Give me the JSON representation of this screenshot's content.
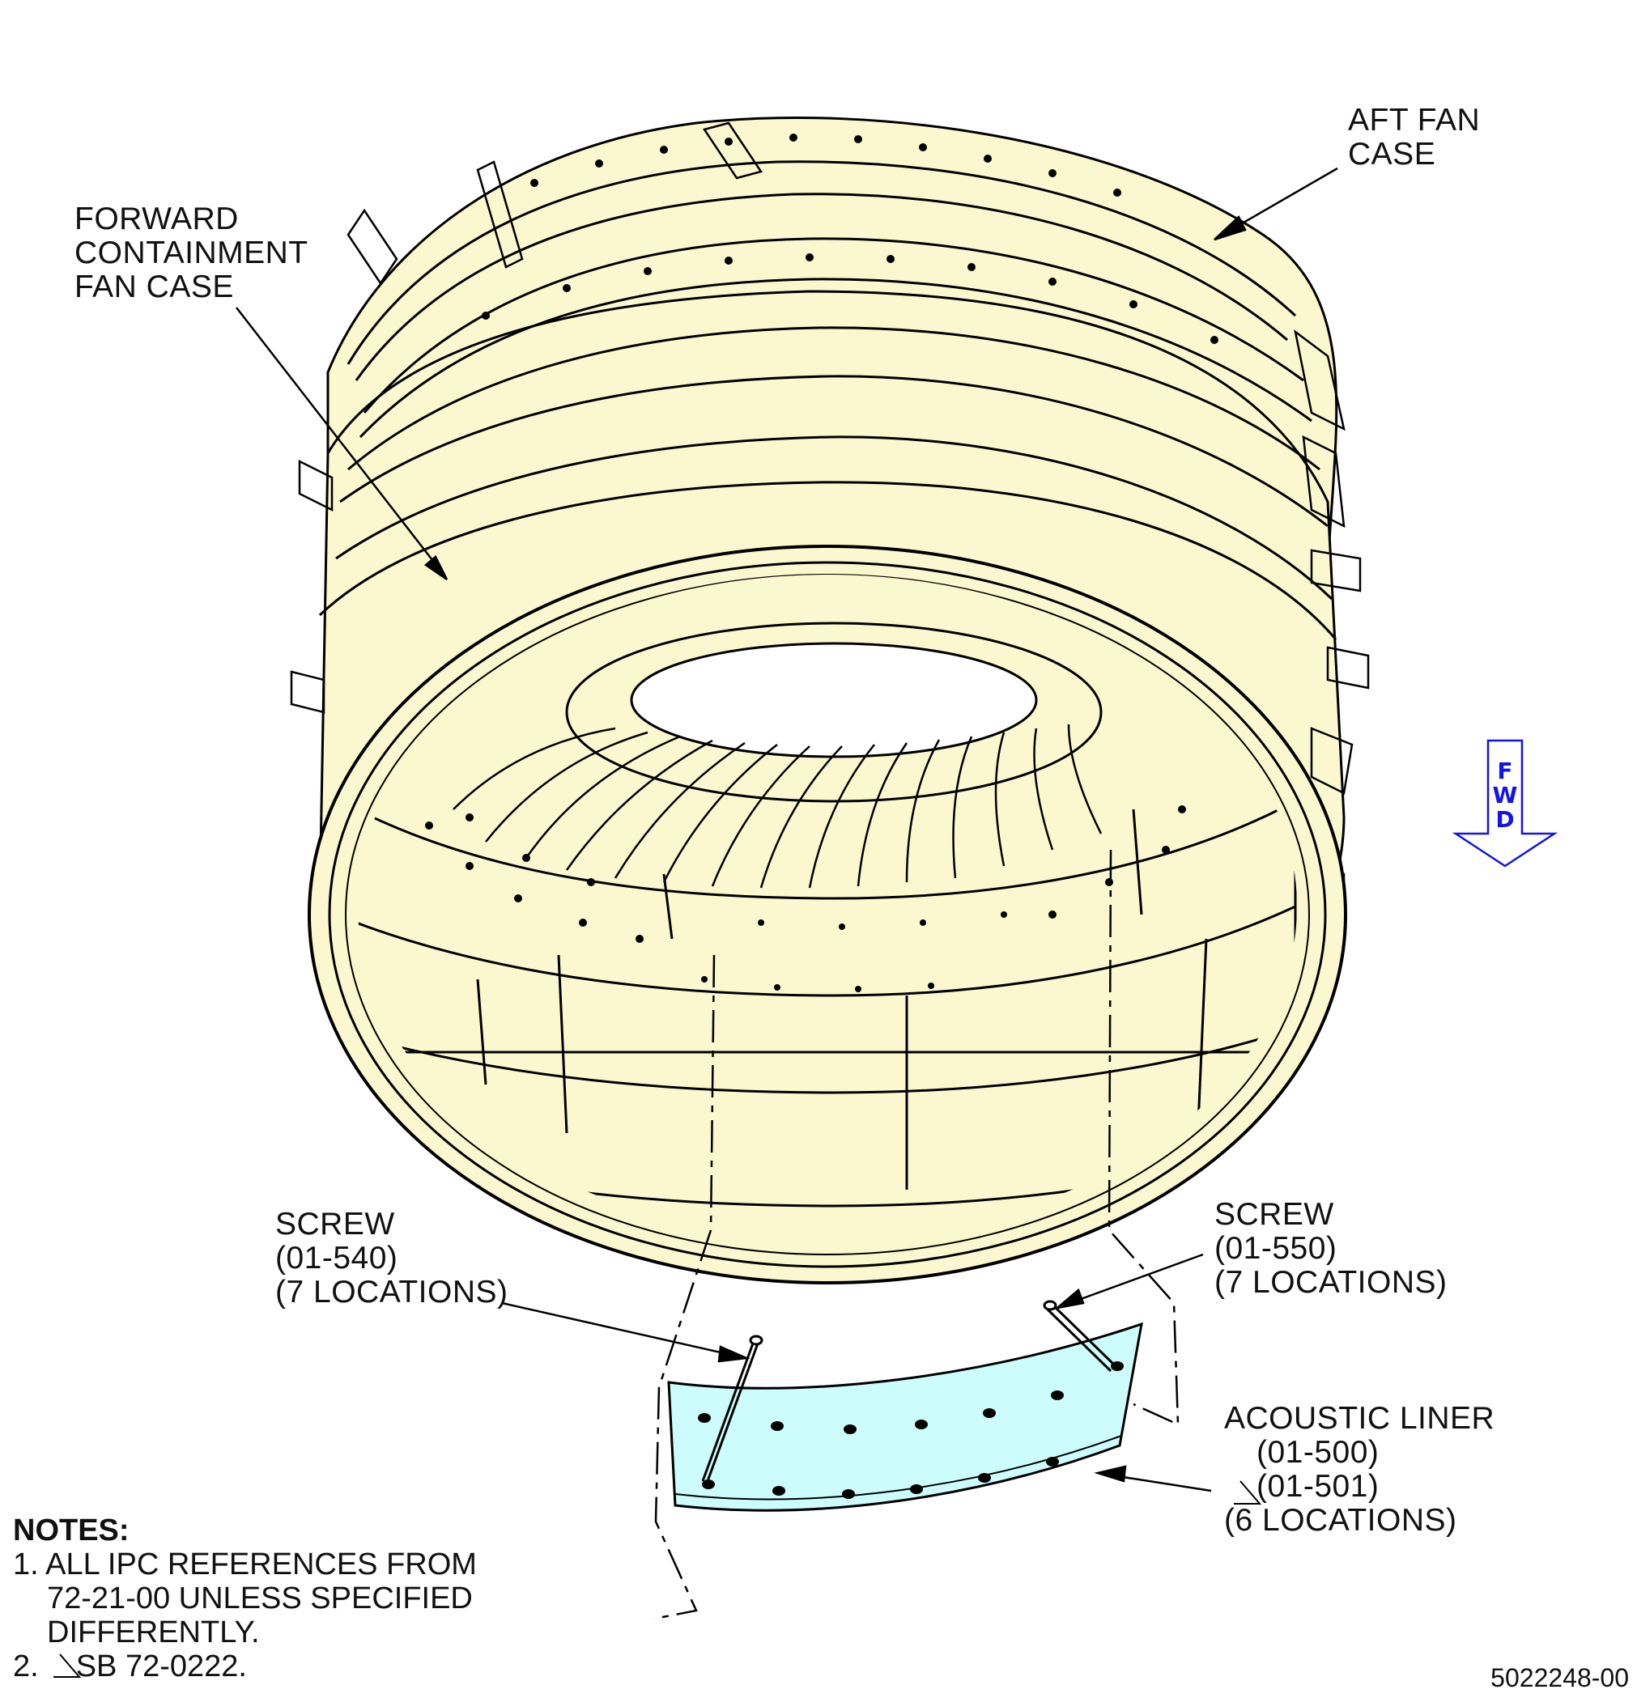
{
  "labels": {
    "aft_fan_case": [
      "AFT FAN",
      "CASE"
    ],
    "forward_containment": [
      "FORWARD",
      "CONTAINMENT",
      "FAN CASE"
    ],
    "screw_left": [
      "SCREW",
      "(01-540)",
      "(7 LOCATIONS)"
    ],
    "screw_right": [
      "SCREW",
      "(01-550)",
      "(7 LOCATIONS)"
    ],
    "acoustic_liner": [
      "ACOUSTIC LINER",
      "(01-500)",
      "(01-501)",
      "(6 LOCATIONS)"
    ]
  },
  "fwd_indicator": [
    "F",
    "W",
    "D"
  ],
  "notes": {
    "title": "NOTES:",
    "items": [
      [
        "1. ALL IPC REFERENCES FROM",
        "72-21-00 UNLESS SPECIFIED",
        "DIFFERENTLY."
      ],
      [
        "2.",
        "SB 72-0222."
      ]
    ]
  },
  "figure_id": "5022248-00",
  "colors": {
    "case_fill": "#fbf7cf",
    "liner_fill": "#ccfcfc",
    "fwd_arrow": "#1414e6",
    "line": "#000000"
  }
}
